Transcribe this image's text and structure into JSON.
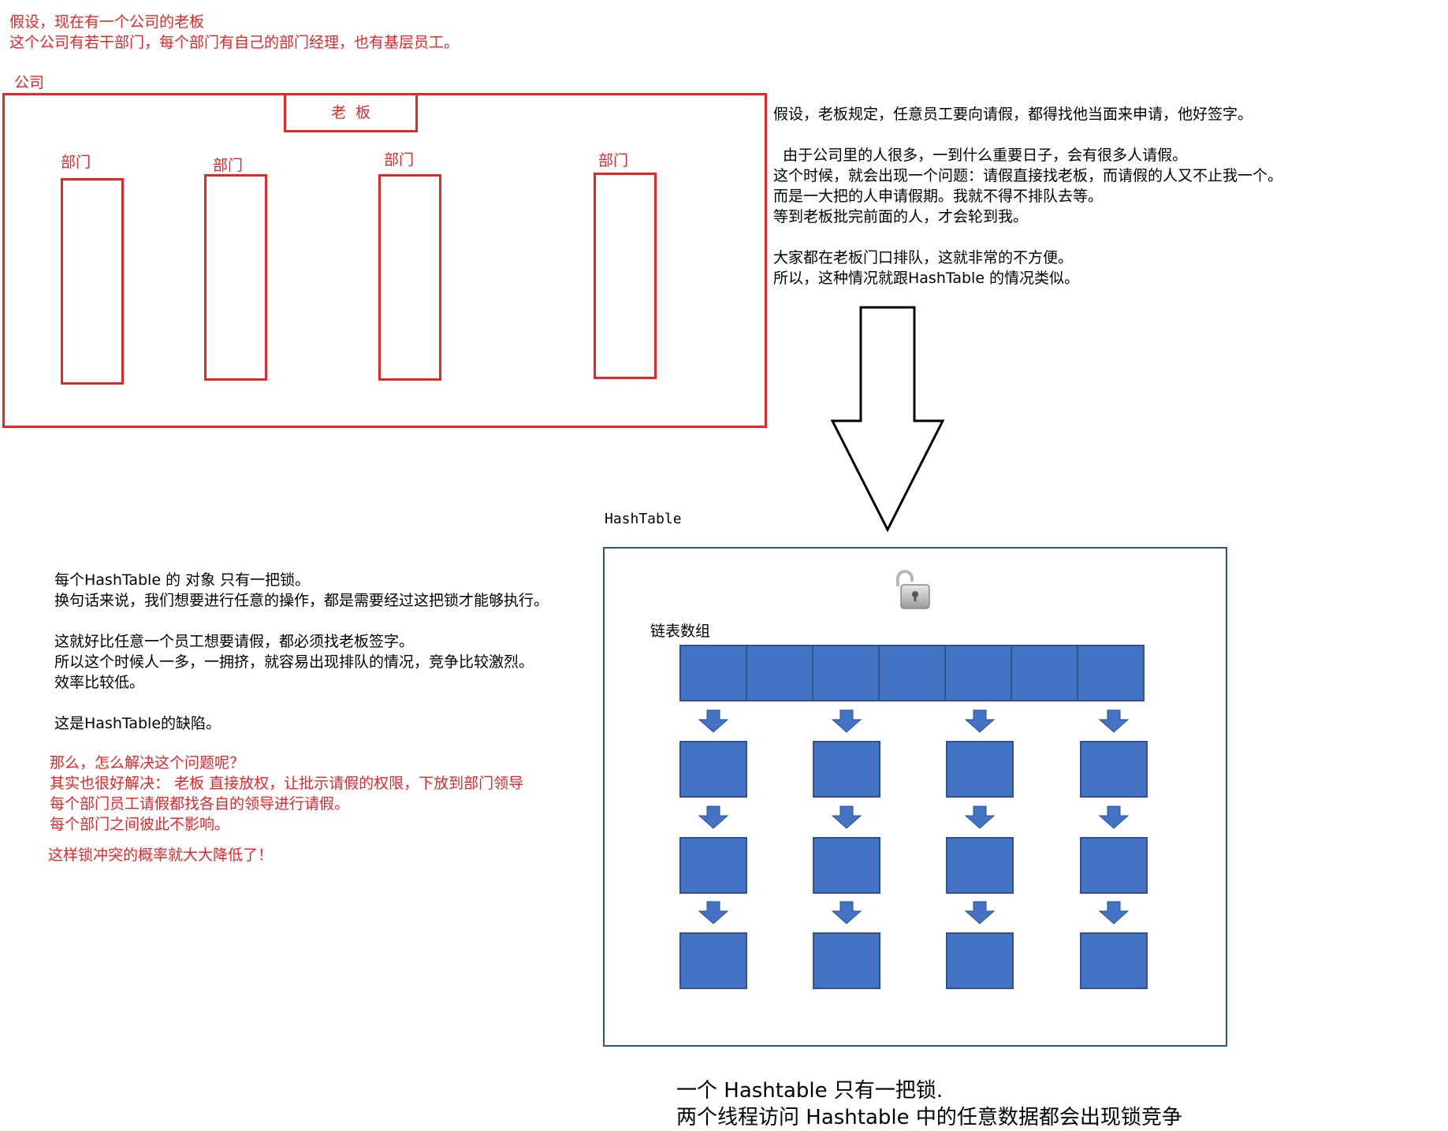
{
  "intro": {
    "line1": "假设，现在有一个公司的老板",
    "line2": "这个公司有若干部门，每个部门有自己的部门经理，也有基层员工。"
  },
  "company": {
    "label": "公司",
    "boss": "老  板",
    "departments": [
      "部门",
      "部门",
      "部门",
      "部门"
    ]
  },
  "right_text": {
    "p1": "假设，老板规定，任意员工要向请假，都得找他当面来申请，他好签字。",
    "p2": [
      "  由于公司里的人很多，一到什么重要日子，会有很多人请假。",
      "这个时候，就会出现一个问题：请假直接找老板，而请假的人又不止我一个。",
      "而是一大把的人申请假期。我就不得不排队去等。",
      "等到老板批完前面的人，才会轮到我。"
    ],
    "p3": [
      "大家都在老板门口排队，这就非常的不方便。",
      "所以，这种情况就跟HashTable 的情况类似。"
    ]
  },
  "left_text": {
    "p1": [
      "每个HashTable 的 对象 只有一把锁。",
      "换句话来说，我们想要进行任意的操作，都是需要经过这把锁才能够执行。"
    ],
    "p2": [
      "这就好比任意一个员工想要请假，都必须找老板签字。",
      "所以这个时候人一多，一拥挤，就容易出现排队的情况，竞争比较激烈。",
      "效率比较低。"
    ],
    "p3": "这是HashTable的缺陷。"
  },
  "solution": {
    "lines": [
      "那么，怎么解决这个问题呢？",
      "其实也很好解决： 老板 直接放权，让批示请假的权限，下放到部门领导",
      "每个部门员工请假都找各自的领导进行请假。",
      "每个部门之间彼此不影响。"
    ],
    "last": "这样锁冲突的概率就大大降低了！"
  },
  "hashtable": {
    "title": "HashTable",
    "array_label": "链表数组",
    "lock_icon": "unlocked-padlock-icon",
    "array_slots": 7,
    "chain_columns": 4,
    "chain_depth": 3
  },
  "caption": {
    "line1": "一个 Hashtable 只有一把锁.",
    "line2": "两个线程访问 Hashtable 中的任意数据都会出现锁竞争"
  },
  "colors": {
    "red": "#e8262a",
    "blue_fill": "#4472c4",
    "blue_border": "#2f528f",
    "frame": "#2f528f"
  }
}
